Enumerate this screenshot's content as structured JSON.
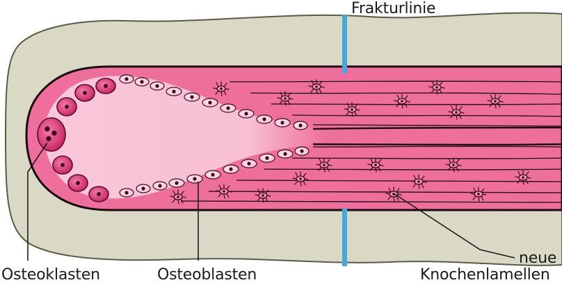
{
  "labels": {
    "fracture_line": "Frakturlinie",
    "osteoclasts": "Osteoklasten",
    "osteoblasts": "Osteoblasten",
    "new_lamellae_line1": "neue",
    "new_lamellae_line2": "Knochenlamellen"
  },
  "colors": {
    "bone_sheath": "#d9d9c6",
    "bone_sheath_outline": "#5a5a4a",
    "lamella_pink": "#ee6f9c",
    "cavity_light_pink": "#f8c2d6",
    "cell_dark": "#7a1034",
    "osteoclast_fill": "#e8478a",
    "fracture_line_blue": "#47a8dc"
  }
}
